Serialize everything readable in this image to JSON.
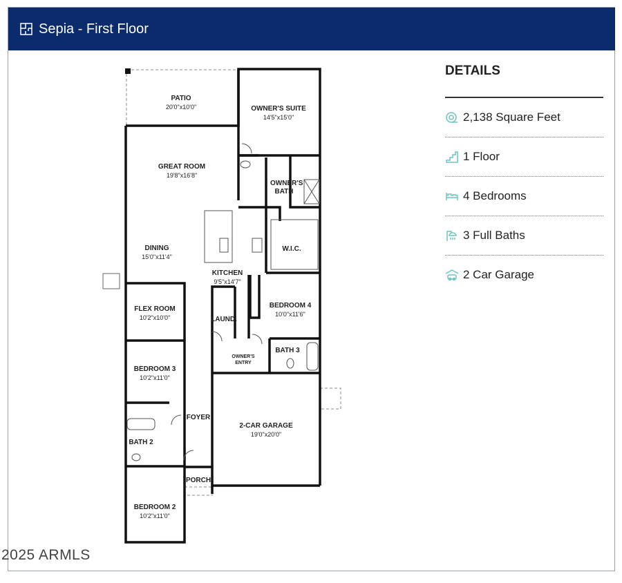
{
  "header": {
    "title": "Sepia - First Floor",
    "icon": "floorplan-icon",
    "color": "#0b2b6d"
  },
  "details": {
    "heading": "DETAILS",
    "accent": "#6cc4c0",
    "items": [
      {
        "icon": "tape-measure-icon",
        "label": "2,138 Square Feet"
      },
      {
        "icon": "stairs-icon",
        "label": "1 Floor"
      },
      {
        "icon": "bed-icon",
        "label": "4 Bedrooms"
      },
      {
        "icon": "shower-icon",
        "label": "3 Full Baths"
      },
      {
        "icon": "garage-icon",
        "label": "2 Car Garage"
      }
    ]
  },
  "plan": {
    "rooms": [
      {
        "name": "PATIO",
        "dim": "20'0\"x10'0\""
      },
      {
        "name": "OWNER'S SUITE",
        "dim": "14'5\"x15'0\""
      },
      {
        "name": "GREAT ROOM",
        "dim": "19'8\"x16'8\""
      },
      {
        "name": "OWNER'S BATH",
        "dim": ""
      },
      {
        "name": "DINING",
        "dim": "15'0\"x11'4\""
      },
      {
        "name": "W.I.C.",
        "dim": ""
      },
      {
        "name": "KITCHEN",
        "dim": "9'5\"x14'7\""
      },
      {
        "name": "FLEX ROOM",
        "dim": "10'2\"x10'0\""
      },
      {
        "name": "BEDROOM 4",
        "dim": "10'0\"x11'6\""
      },
      {
        "name": "LAUND.",
        "dim": ""
      },
      {
        "name": "BATH 3",
        "dim": ""
      },
      {
        "name": "OWNER'S ENTRY",
        "dim": ""
      },
      {
        "name": "BEDROOM 3",
        "dim": "10'2\"x11'0\""
      },
      {
        "name": "FOYER",
        "dim": ""
      },
      {
        "name": "2-CAR GARAGE",
        "dim": "19'0\"x20'0\""
      },
      {
        "name": "BATH 2",
        "dim": ""
      },
      {
        "name": "PORCH",
        "dim": ""
      },
      {
        "name": "BEDROOM 2",
        "dim": "10'2\"x11'0\""
      }
    ]
  },
  "watermark": "2025 ARMLS"
}
